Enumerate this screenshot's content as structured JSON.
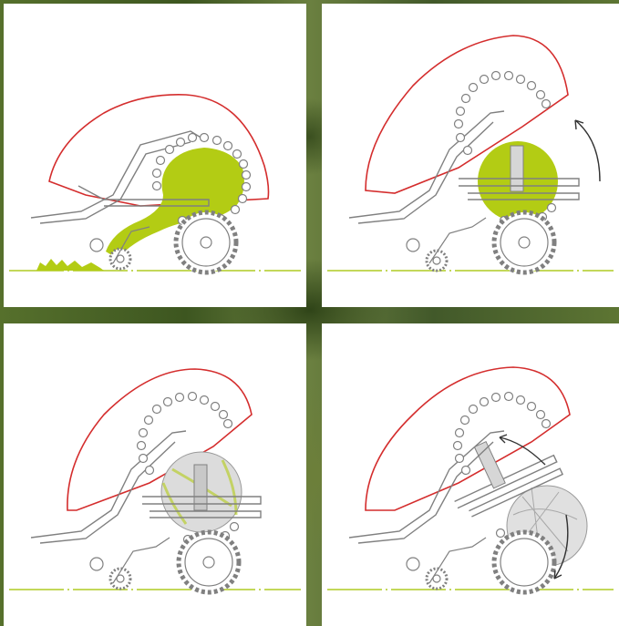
{
  "figure": {
    "description_panels": 4,
    "colors": {
      "chamber_outline": "#d42d2d",
      "crop": "#b3cc14",
      "machine_line": "#808080",
      "bale_gray": "#dcdcdc",
      "ground": "#c3d85a",
      "arrow": "#333333"
    },
    "panels": [
      {
        "stage": "pickup-forming",
        "bale_color": "crop",
        "gate": "closed",
        "arrows": []
      },
      {
        "stage": "bale-full-gate-opening",
        "bale_color": "crop",
        "gate": "closed",
        "arrows": [
          "up"
        ]
      },
      {
        "stage": "net-wrapping",
        "bale_color": "gray-green",
        "gate": "closed",
        "arrows": []
      },
      {
        "stage": "bale-ejection",
        "bale_color": "gray",
        "gate": "open",
        "arrows": [
          "up",
          "down"
        ]
      }
    ]
  }
}
